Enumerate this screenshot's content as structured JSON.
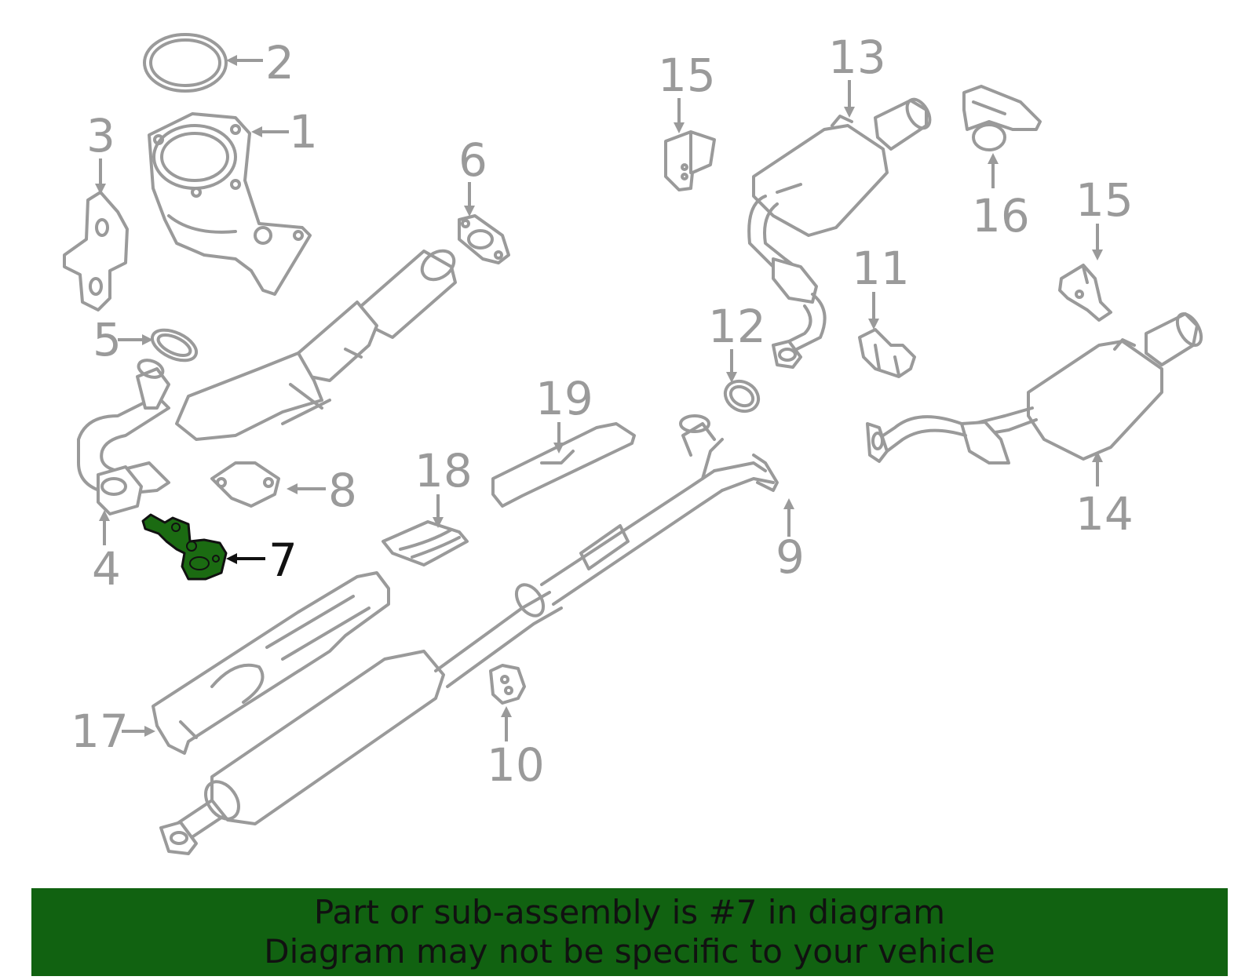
{
  "diagram": {
    "highlight_color": "#1b6b12",
    "line_color": "#9a9a9a",
    "highlighted_part": "7",
    "callouts": {
      "c1": "1",
      "c2": "2",
      "c3": "3",
      "c4": "4",
      "c5": "5",
      "c6": "6",
      "c7": "7",
      "c8": "8",
      "c9": "9",
      "c10": "10",
      "c11": "11",
      "c12": "12",
      "c13": "13",
      "c14": "14",
      "c15a": "15",
      "c15b": "15",
      "c16": "16",
      "c17": "17",
      "c18": "18",
      "c19": "19"
    }
  },
  "banner": {
    "background": "#116211",
    "line1": "Part or sub-assembly is #7 in diagram",
    "line2": "Diagram may not be specific to your vehicle"
  }
}
